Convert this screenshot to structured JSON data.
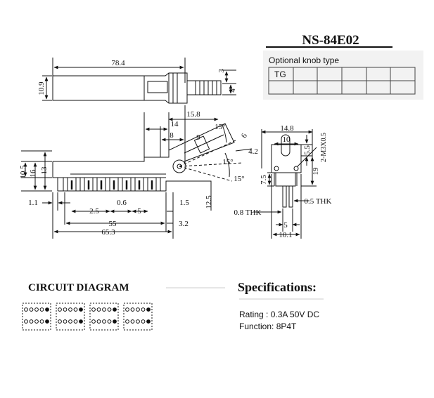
{
  "title": "NS-84E02",
  "knob": {
    "label": "Optional knob type",
    "cells": [
      "TG",
      "",
      "",
      "",
      "",
      ""
    ]
  },
  "top_view": {
    "length": "78.4",
    "height": "10.9",
    "dim_3": "3",
    "dim_4": "4"
  },
  "side_view": {
    "d_15_8": "15.8",
    "d_14": "14",
    "d_8": "8",
    "d_9": "9",
    "angle_15_a": "15°",
    "d_6": "6",
    "d_4_2": "4.2",
    "angle_15_b": "15°",
    "angle_15_c": "15°",
    "d_10_5": "10.5",
    "d_16": "16",
    "d_13": "13",
    "d_12_5": "12.5",
    "d_1_1": "1.1",
    "d_2_5": "2.5",
    "d_0_6": "0.6",
    "d_5": "5",
    "d_1_5": "1.5",
    "d_55": "55",
    "d_3_2": "3.2",
    "d_65_3": "65.3"
  },
  "end_view": {
    "d_14_8": "14.8",
    "d_10": "10",
    "d_5_5": "5.5",
    "d_screw": "2-M3X0.5",
    "d_19": "19",
    "d_7_5": "7.5",
    "d_0_8_thk": "0.8 THK",
    "d_0_5_thk": "0.5 THK",
    "d_5": "5",
    "d_10_1": "10.1"
  },
  "circuit": {
    "heading": "CIRCUIT DIAGRAM"
  },
  "specs": {
    "heading": "Specifications:",
    "rating": "Rating : 0.3A 50V DC",
    "function": "Function: 8P4T"
  }
}
